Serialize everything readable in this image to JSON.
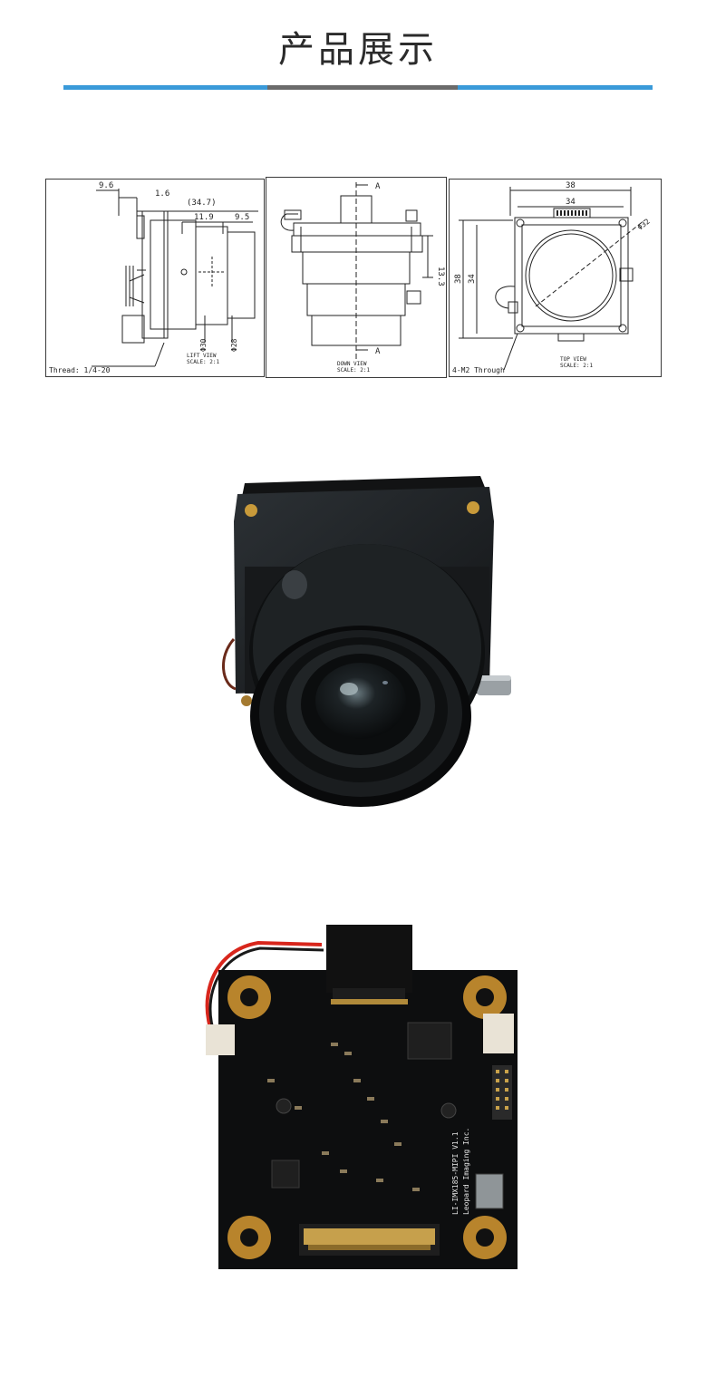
{
  "header": {
    "title": "产品展示",
    "colors": {
      "accent_blue": "#3a9ad9",
      "accent_gray": "#6b6b6b"
    }
  },
  "drawings": {
    "left_view": {
      "dims": [
        "9.6",
        "1.6",
        "(34.7)",
        "11.9",
        "9.5",
        "Φ30",
        "Φ28"
      ],
      "view_label": "LIFT VIEW",
      "scale_label": "SCALE:  2:1",
      "note": "Thread: 1/4-20"
    },
    "down_view": {
      "section_marks": [
        "A",
        "A"
      ],
      "dims": [
        "13.3"
      ],
      "view_label": "DOWN  VIEW",
      "scale_label": "SCALE:  2:1"
    },
    "top_view": {
      "dims": [
        "38",
        "34",
        "38",
        "34",
        "Φ32"
      ],
      "view_label": "TOP VIEW",
      "scale_label": "SCALE: 2:1",
      "note": "4-M2 Through"
    }
  },
  "photos": {
    "camera": {
      "icon": "camera-module-photo"
    },
    "pcb": {
      "icon": "pcb-board-photo",
      "silk_lines": [
        "LI-IMX185-MIPI V1.1",
        "Leopard Imaging Inc."
      ]
    }
  }
}
